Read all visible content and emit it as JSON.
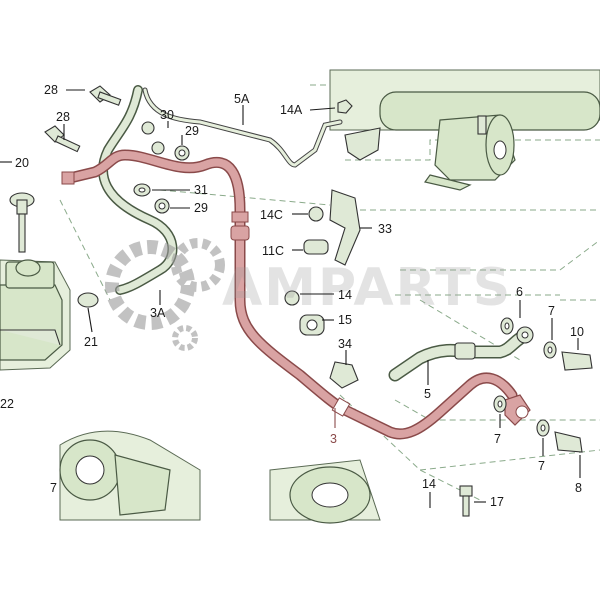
{
  "watermark": {
    "text": "AMPARTS"
  },
  "callouts": {
    "c28a": "28",
    "c28b": "28",
    "c20": "20",
    "c22": "22",
    "c21": "21",
    "c5A": "5A",
    "c14A": "14A",
    "c30": "30",
    "c29a": "29",
    "c31": "31",
    "c29b": "29",
    "c3A": "3A",
    "c14C": "14C",
    "c33": "33",
    "c11C": "11C",
    "c14": "14",
    "c15": "15",
    "c34": "34",
    "c3": "3",
    "c5": "5",
    "c6": "6",
    "c7a": "7",
    "c7b": "7",
    "c10": "10",
    "c8": "8",
    "c14b": "14",
    "c17": "17",
    "c7c": "7",
    "c7d": "7"
  },
  "colors": {
    "highlight_pipe": "#d9a3a3",
    "highlight_outline": "#8a4a4a",
    "part_green": "#d7e6c9",
    "dashed_green": "#8aaa8a"
  }
}
